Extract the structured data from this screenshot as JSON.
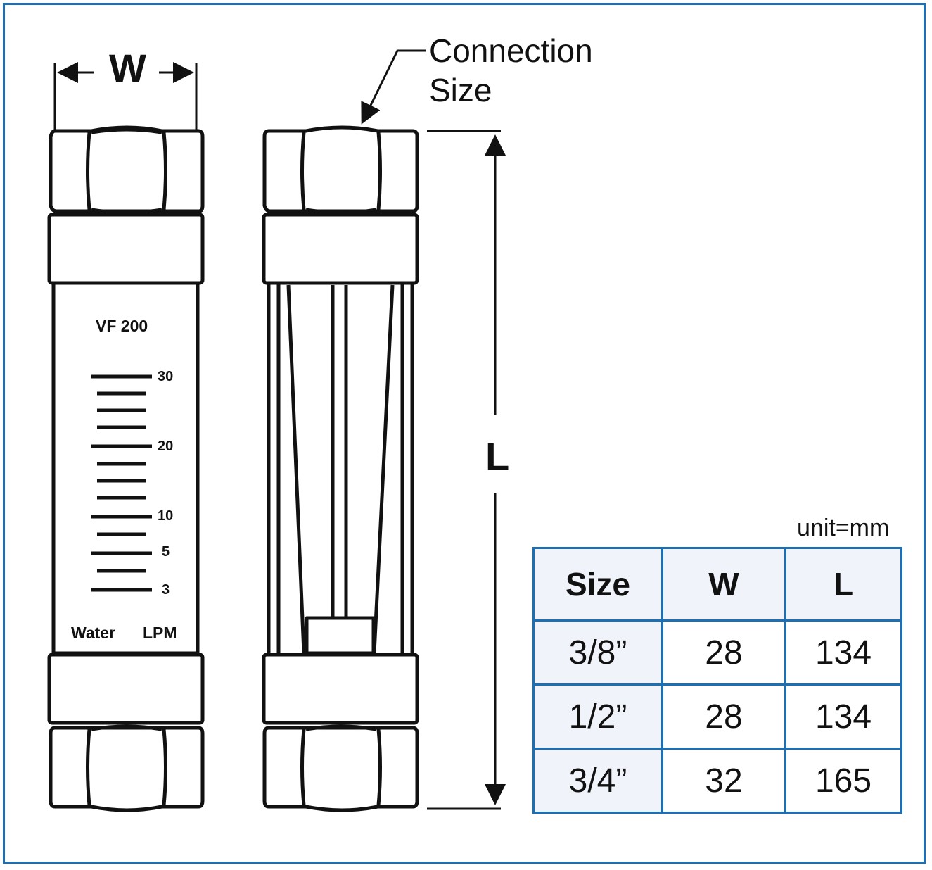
{
  "dimension_labels": {
    "width": "W",
    "length": "L"
  },
  "callout": {
    "line1": "Connection",
    "line2": "Size"
  },
  "meter_face": {
    "model": "VF 200",
    "scale_labels": [
      "30",
      "20",
      "10",
      "5",
      "3"
    ],
    "fluid": "Water",
    "unit": "LPM"
  },
  "table": {
    "unit_note": "unit=mm",
    "headers": [
      "Size",
      "W",
      "L"
    ],
    "rows": [
      [
        "3/8”",
        "28",
        "134"
      ],
      [
        "1/2”",
        "28",
        "134"
      ],
      [
        "3/4”",
        "32",
        "165"
      ]
    ]
  },
  "colors": {
    "border": "#1a6fb5",
    "cell_fill": "#f1f3fb",
    "ink": "#111111"
  }
}
